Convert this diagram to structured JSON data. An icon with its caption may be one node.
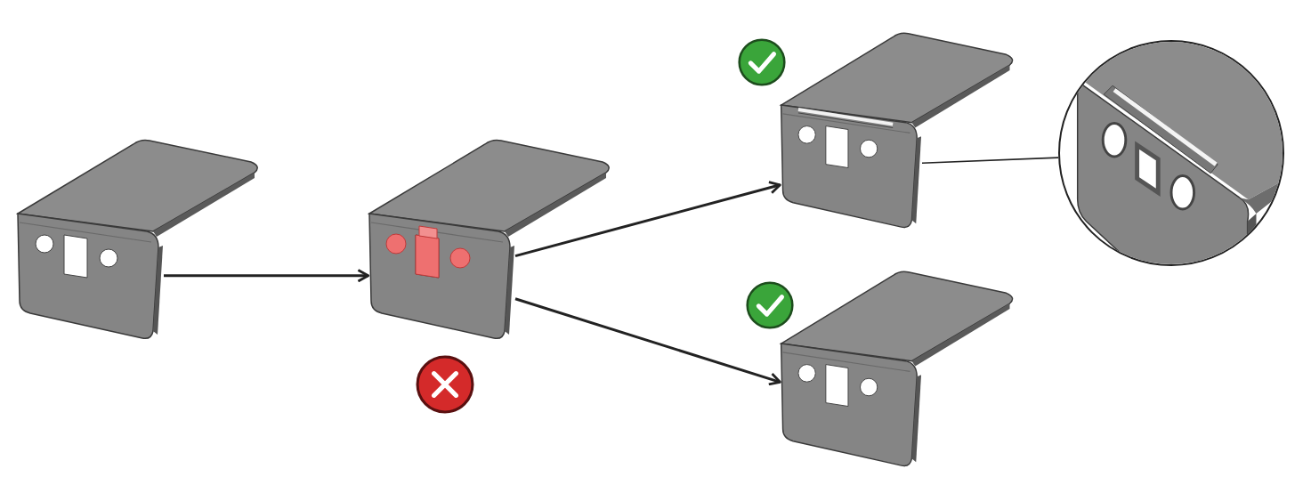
{
  "diagram": {
    "nodes": [
      {
        "text": [],
        "shape": "picture"
      },
      {
        "text": [],
        "shape": "picture"
      },
      {
        "text": [],
        "shape": "picture"
      },
      {
        "text": [],
        "shape": "picture"
      },
      {
        "text": [],
        "shape": "picture"
      }
    ],
    "edges": [
      {
        "from": 0,
        "to": 1,
        "arrow": "to"
      },
      {
        "from": 1,
        "to": 2,
        "arrow": "to"
      },
      {
        "from": 1,
        "to": 3,
        "arrow": "to"
      },
      {
        "from": 2,
        "to": 4,
        "arrow": "none"
      }
    ]
  }
}
